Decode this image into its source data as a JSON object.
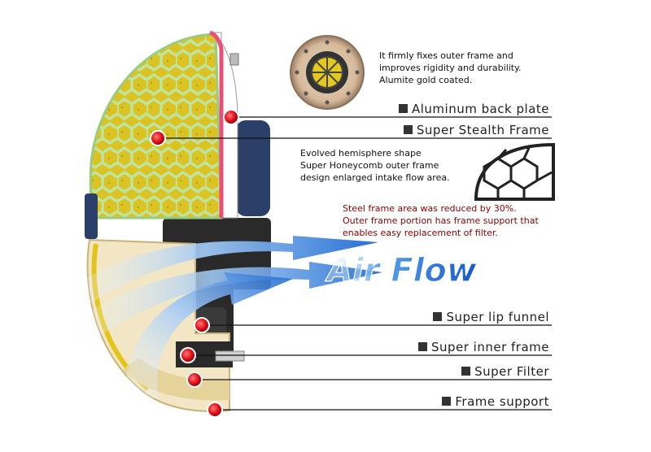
{
  "callouts": [
    {
      "key": "back_plate",
      "label": "Aluminum back plate"
    },
    {
      "key": "stealth_frame",
      "label": "Super Stealth Frame"
    },
    {
      "key": "lip_funnel",
      "label": "Super lip funnel"
    },
    {
      "key": "inner_frame",
      "label": "Super inner frame"
    },
    {
      "key": "filter",
      "label": "Super Filter"
    },
    {
      "key": "frame_support",
      "label": "Frame support"
    }
  ],
  "notes": {
    "back_plate": [
      "It firmly fixes outer frame and",
      "improves rigidity and durability.",
      "Alumite gold coated."
    ],
    "hemisphere": [
      "Evolved hemisphere shape",
      "Super Honeycomb outer frame",
      "design enlarged intake flow area."
    ],
    "steel_frame": [
      "Steel frame area was reduced by 30%.",
      "Outer frame portion has frame support that",
      "enables easy replacement of filter."
    ]
  },
  "airflow_text": "Air Flow",
  "colors": {
    "label_text": "#222222",
    "note_red": "#8b0000",
    "leader_line": "#111111",
    "marker_red": "#e0101a",
    "airflow_blue": "#1a6fd6",
    "filter_yellow": "#d9c423",
    "frame_navy": "#2b3f68",
    "housing_black": "#2a2a2a",
    "cream": "#f2e6c4"
  }
}
